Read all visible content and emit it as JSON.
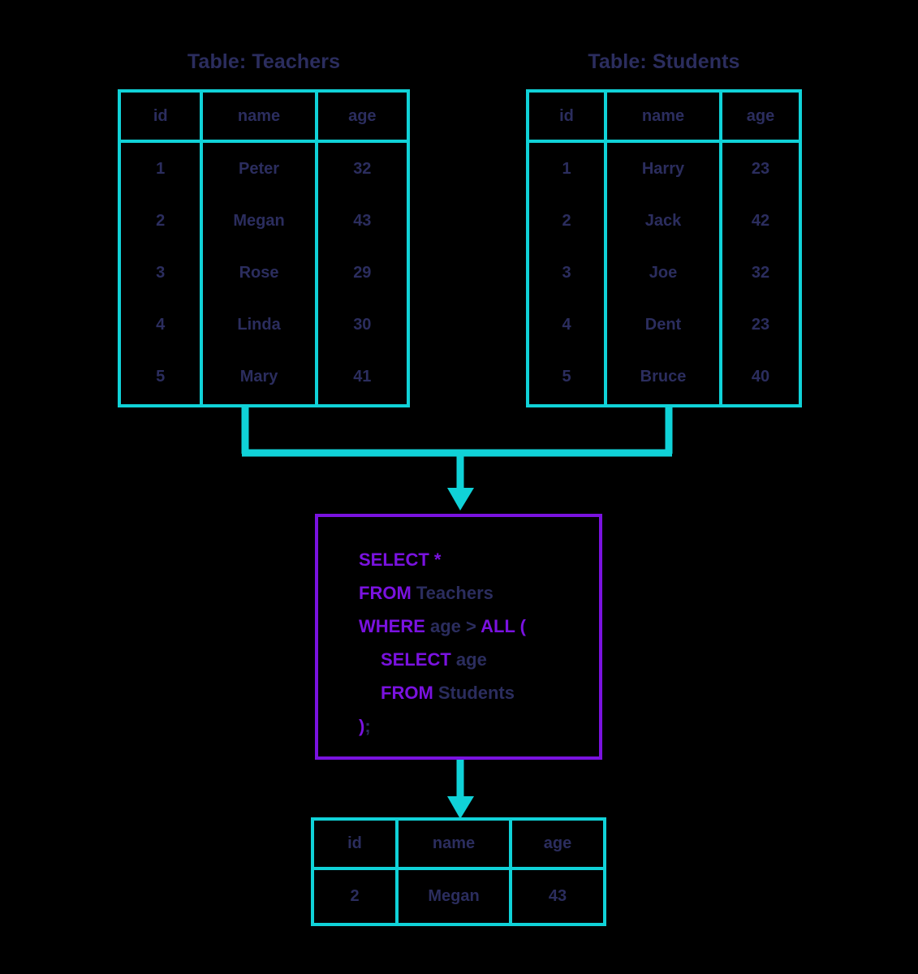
{
  "theme": {
    "background": "#000000",
    "accent_cyan": "#10d2d8",
    "accent_purple": "#7a12e0",
    "text_navy": "#2b2d5e"
  },
  "tables": {
    "teachers": {
      "title": "Table: Teachers",
      "columns": [
        "id",
        "name",
        "age"
      ],
      "rows": [
        [
          "1",
          "Peter",
          "32"
        ],
        [
          "2",
          "Megan",
          "43"
        ],
        [
          "3",
          "Rose",
          "29"
        ],
        [
          "4",
          "Linda",
          "30"
        ],
        [
          "5",
          "Mary",
          "41"
        ]
      ]
    },
    "students": {
      "title": "Table: Students",
      "columns": [
        "id",
        "name",
        "age"
      ],
      "rows": [
        [
          "1",
          "Harry",
          "23"
        ],
        [
          "2",
          "Jack",
          "42"
        ],
        [
          "3",
          "Joe",
          "32"
        ],
        [
          "4",
          "Dent",
          "23"
        ],
        [
          "5",
          "Bruce",
          "40"
        ]
      ]
    },
    "result": {
      "columns": [
        "id",
        "name",
        "age"
      ],
      "rows": [
        [
          "2",
          "Megan",
          "43"
        ]
      ]
    }
  },
  "sql": {
    "lines": [
      {
        "indent": 0,
        "tokens": [
          {
            "t": "SELECT",
            "k": true
          },
          {
            "t": " ",
            "k": false
          },
          {
            "t": "*",
            "k": true
          }
        ]
      },
      {
        "indent": 0,
        "tokens": [
          {
            "t": "FROM",
            "k": true
          },
          {
            "t": " Teachers",
            "k": false
          }
        ]
      },
      {
        "indent": 0,
        "tokens": [
          {
            "t": "WHERE",
            "k": true
          },
          {
            "t": " age > ",
            "k": false
          },
          {
            "t": "ALL",
            "k": true
          },
          {
            "t": " ",
            "k": false
          },
          {
            "t": "(",
            "k": true
          }
        ]
      },
      {
        "indent": 1,
        "tokens": [
          {
            "t": "SELECT",
            "k": true
          },
          {
            "t": " age",
            "k": false
          }
        ]
      },
      {
        "indent": 1,
        "tokens": [
          {
            "t": "FROM",
            "k": true
          },
          {
            "t": " Students",
            "k": false
          }
        ]
      },
      {
        "indent": 0,
        "tokens": [
          {
            "t": ")",
            "k": true
          },
          {
            "t": ";",
            "k": false
          }
        ]
      }
    ],
    "plain_text": "SELECT *\nFROM Teachers\nWHERE age > ALL (\n    SELECT age\n    FROM Students\n);"
  },
  "flow": {
    "join_arrow_label": "tables-feed-query",
    "result_arrow_label": "query-produces-result"
  }
}
